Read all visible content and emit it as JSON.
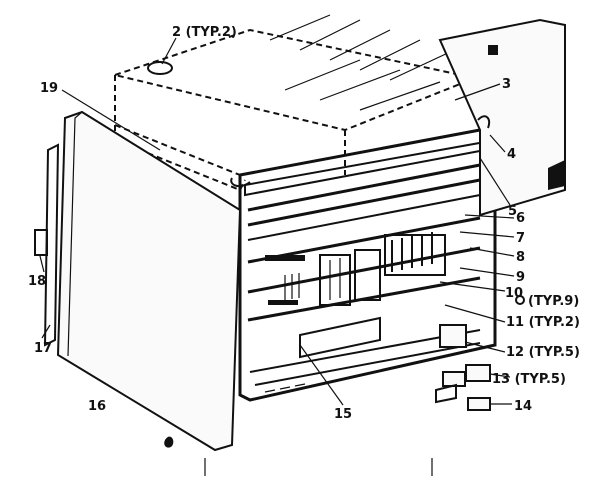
{
  "callouts": [
    {
      "id": "c2",
      "text": "2 (TYP.2)"
    },
    {
      "id": "c3",
      "text": "3"
    },
    {
      "id": "c4",
      "text": "4"
    },
    {
      "id": "c5",
      "text": "5"
    },
    {
      "id": "c6",
      "text": "6"
    },
    {
      "id": "c7",
      "text": "7"
    },
    {
      "id": "c8",
      "text": "8"
    },
    {
      "id": "c9",
      "text": "9"
    },
    {
      "id": "c10",
      "text": "10"
    },
    {
      "id": "c19",
      "text": "19"
    },
    {
      "id": "ctyp9",
      "text": "(TYP.9)"
    },
    {
      "id": "c11",
      "text": "11 (TYP.2)"
    },
    {
      "id": "c12",
      "text": "12 (TYP.5)"
    },
    {
      "id": "c13",
      "text": "13 (TYP.5)"
    },
    {
      "id": "c14",
      "text": "14"
    },
    {
      "id": "c15",
      "text": "15"
    },
    {
      "id": "c16",
      "text": "16"
    },
    {
      "id": "c17",
      "text": "17"
    },
    {
      "id": "c18",
      "text": "18"
    }
  ]
}
